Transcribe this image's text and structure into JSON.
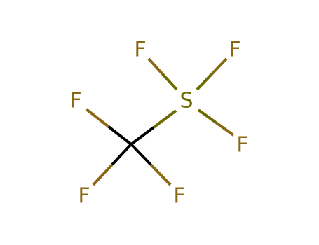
{
  "molecule": {
    "atoms": {
      "c1": {
        "label": ""
      },
      "s1": {
        "label": "S"
      },
      "f1": {
        "label": "F"
      },
      "f2": {
        "label": "F"
      },
      "f3": {
        "label": "F"
      },
      "f4": {
        "label": "F"
      },
      "f5": {
        "label": "F"
      },
      "f6": {
        "label": "F"
      }
    }
  },
  "colors": {
    "fluorine": "#8b6914",
    "sulfur": "#6b6b00",
    "carbon": "#000000",
    "background": "#ffffff"
  }
}
